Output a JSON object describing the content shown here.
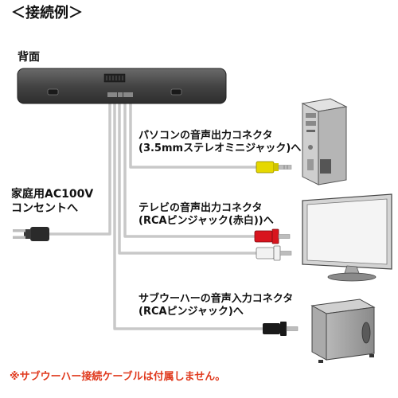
{
  "title": "＜接続例＞",
  "rear_label": "背面",
  "pc_connection": {
    "line1": "パソコンの音声出力コネクタ",
    "line2": "(3.5mmステレオミニジャック)へ"
  },
  "tv_connection": {
    "line1": "テレビの音声出力コネクタ",
    "line2": "(RCAピンジャック(赤白))へ"
  },
  "sub_connection": {
    "line1": "サブウーハーの音声入力コネクタ",
    "line2": "(RCAピンジャック)へ"
  },
  "ac_connection": {
    "line1": "家庭用AC100V",
    "line2": "コンセントへ"
  },
  "note": "※サブウーハー接続ケーブルは付属しません。",
  "colors": {
    "soundbar": "#4a4a4a",
    "cable": "#c8c8c8",
    "plug_yellow": "#e6d800",
    "plug_red": "#d8141e",
    "plug_white": "#f2f2f2",
    "plug_black": "#1a1a1a",
    "note_text": "#e03a1e",
    "device_gray": "#9a9a9a"
  },
  "icons": [
    "soundbar-icon",
    "ac-plug-icon",
    "desktop-pc-icon",
    "tv-monitor-icon",
    "subwoofer-icon",
    "stereo-mini-plug-icon",
    "rca-plug-icon"
  ]
}
